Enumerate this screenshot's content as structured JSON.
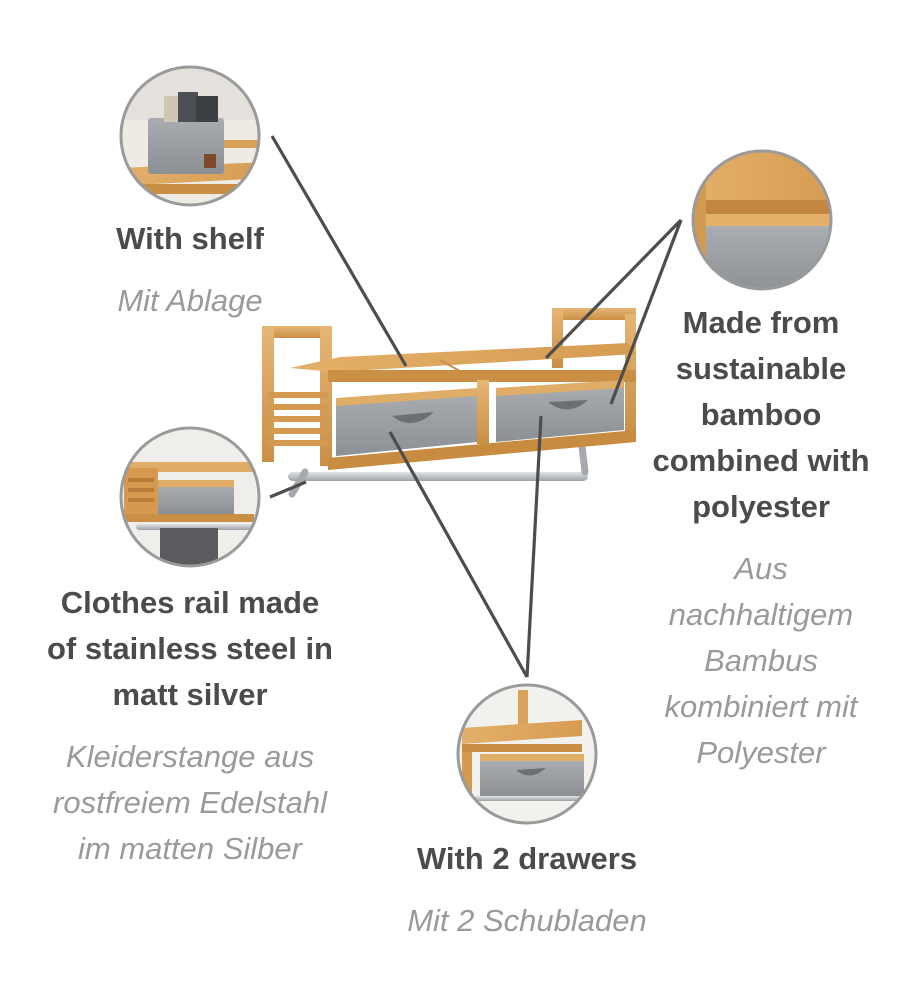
{
  "features": {
    "shelf": {
      "title": "With shelf",
      "subtitle": "Mit Ablage"
    },
    "material": {
      "title_lines": [
        "Made from",
        "sustainable",
        "bamboo",
        "combined with",
        "polyester"
      ],
      "subtitle_lines": [
        "Aus",
        "nachhaltigem",
        "Bambus",
        "kombiniert mit",
        "Polyester"
      ]
    },
    "rail": {
      "title_lines": [
        "Clothes rail made",
        "of stainless steel in",
        "matt silver"
      ],
      "subtitle_lines": [
        "Kleiderstange aus",
        "rostfreiem Edelstahl",
        "im matten Silber"
      ]
    },
    "drawers": {
      "title": "With 2 drawers",
      "subtitle": "Mit 2 Schubladen"
    }
  },
  "colors": {
    "title_text": "#4b4b4b",
    "subtitle_text": "#9a9a9a",
    "bamboo": "#d9a25c",
    "fabric": "#9c9fa3",
    "steel": "#b9bcc0",
    "callout_line": "#4d4d4d"
  }
}
